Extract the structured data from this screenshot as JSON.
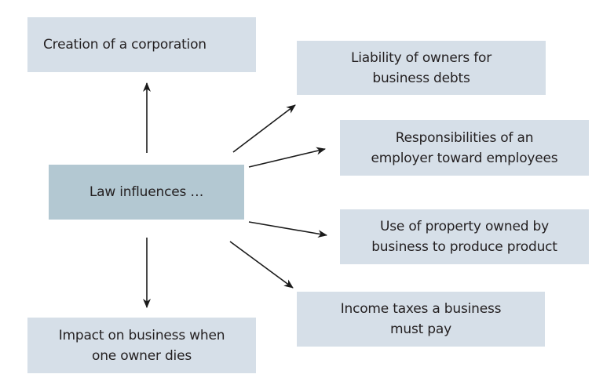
{
  "diagram": {
    "type": "radial-influence-diagram",
    "colors": {
      "center_box": "#b3c8d2",
      "outcome_box": "#d6dfe8",
      "text": "#231f20",
      "arrow": "#1a1a1a",
      "background": "#ffffff"
    },
    "center": {
      "label": "Law influences …"
    },
    "outcomes": [
      {
        "id": "creation",
        "lines": [
          "Creation of a corporation"
        ]
      },
      {
        "id": "liability",
        "lines": [
          "Liability of owners for",
          "business debts"
        ]
      },
      {
        "id": "responsibilities",
        "lines": [
          "Responsibilities of an",
          "employer toward employees"
        ]
      },
      {
        "id": "property",
        "lines": [
          "Use of property owned by",
          "business to produce product"
        ]
      },
      {
        "id": "income-taxes",
        "lines": [
          "Income taxes a business",
          "must pay"
        ]
      },
      {
        "id": "impact",
        "lines": [
          "Impact on business when",
          "one owner dies"
        ]
      }
    ]
  }
}
